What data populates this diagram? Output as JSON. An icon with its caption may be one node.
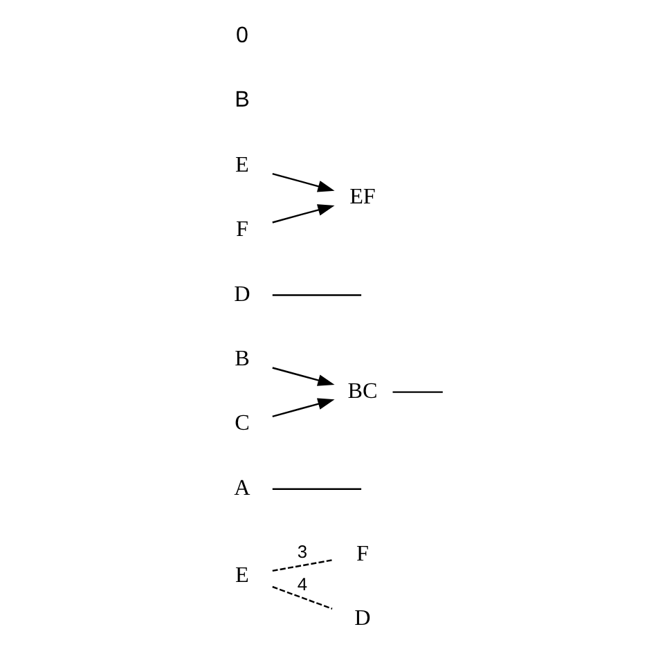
{
  "diagram": {
    "nodes": [
      {
        "text": [
          "F"
        ]
      },
      {
        "text": [
          "E"
        ]
      },
      {
        "text": [
          "D"
        ]
      },
      {
        "text": [
          "A"
        ]
      },
      {
        "text": [
          "B"
        ]
      },
      {
        "text": [
          "BC"
        ]
      },
      {
        "text": [
          "C"
        ]
      },
      {
        "text": [
          "D"
        ]
      },
      {
        "text": [
          "E"
        ]
      },
      {
        "text": [
          "EF"
        ]
      },
      {
        "text": [
          "F"
        ]
      }
    ],
    "edges": [
      {
        "from": 1,
        "to": 0,
        "arrow": "none",
        "label": "3",
        "style": "dashed"
      },
      {
        "from": 1,
        "to": 2,
        "arrow": "none",
        "label": "4",
        "style": "dashed"
      },
      {
        "from": 4,
        "to": 5,
        "arrow": "to"
      },
      {
        "from": 6,
        "to": 5,
        "arrow": "to"
      },
      {
        "from": 8,
        "to": 9,
        "arrow": "to"
      },
      {
        "from": 10,
        "to": 9,
        "arrow": "to"
      },
      {
        "from": 3,
        "to": null,
        "arrow": "none"
      },
      {
        "from": 5,
        "to": null,
        "arrow": "none"
      },
      {
        "from": 7,
        "to": null,
        "arrow": "none"
      }
    ],
    "labels": [
      "B",
      "0"
    ]
  }
}
